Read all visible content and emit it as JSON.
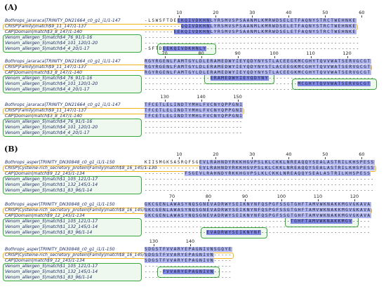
{
  "panels": [
    {
      "label": "(A)",
      "blocks": [
        {
          "ruler": [
            "10",
            "20",
            "30",
            "40",
            "50",
            "60"
          ],
          "rows": [
            {
              "name": "Bothrops_jararaca|TRINITY_DN21664_c0_g1_i1/1-147",
              "seq": "-LSWSFTDEEKQIVDKHNLYRSMVSPSAANMLKMRWDSELETFAQNYSTRCTWEHNKE"
            },
            {
              "name": "CRISP|Family|match$9_11_147/1-137",
              "seq": "----------QQIVDKHNLYRSMVSPSAANMLKMRWDSELETFAQNYSTRCTWEHNKE"
            },
            {
              "name": "CAP|Domain|match$3_8_147/1-140",
              "seq": "--------EEKQIVDKHNLYRSMVSPSAANMLKMRWDSELETFAQNYSTRCTWEHNKE"
            },
            {
              "name": "Venom_allergen_5|match$4_76_91/1-16",
              "seq": "-----------------------------------------------------------"
            },
            {
              "name": "Venom_allergen_5|match$4_101_120/1-20",
              "seq": "-----------------------------------------------------------"
            },
            {
              "name": "Venom_allergen_5|match$4_4_20/1-17",
              "seq": "-SFTDEEKQIVDKHNLY------------------------------------------"
            }
          ]
        },
        {
          "ruler": [
            "70",
            "80",
            "90",
            "100",
            "110",
            "120"
          ],
          "rows": [
            {
              "name": "Bothrops_jararaca|TRINITY_DN21664_c0_g1_i1/1-147",
              "seq": "RGYRGENLFAMTGYLDLERAMEDWYIEYQDYNYSTLACEEGKMCGHYTQVVWATSERVGCGT"
            },
            {
              "name": "CRISP|Family|match$9_11_147/1-137",
              "seq": "RGYRGENLFAMTGYLDLERAMEDWYIEYQDYNYSTLACEEGKMCGHYTQVVWATSERVGCGT"
            },
            {
              "name": "CAP|Domain|match$3_8_147/1-140",
              "seq": "RGYRGENLFAMTGYLDLERAMEDWYIEYQDYNYSTLACEEGKMCGHYTQVVWATSERVGCGT"
            },
            {
              "name": "Venom_allergen_5|match$4_76_91/1-16",
              "seq": "------------------ERAMEDWYIEYQDYNY-----------------------------"
            },
            {
              "name": "Venom_allergen_5|match$4_101_120/1-20",
              "seq": "------------------------------------------MCGHYTQVVWATSERVGCGT"
            },
            {
              "name": "Venom_allergen_5|match$4_4_20/1-17",
              "seq": "--------------------------------------------------------------"
            }
          ]
        },
        {
          "ruler": [
            "130",
            "140",
            "150"
          ],
          "rows": [
            {
              "name": "Bothrops_jararaca|TRINITY_DN21664_c0_g1_i1/1-147",
              "seq": "TFCETLELINDTYMHLFVCNYQPPGNI"
            },
            {
              "name": "CRISP|Family|match$9_11_147/1-137",
              "seq": "TFCETLELINDTYMHLFVCNYQPPGNI"
            },
            {
              "name": "CAP|Domain|match$3_8_147/1-140",
              "seq": "TFCETLELINDTYMHLFVCNYQPPGNI"
            },
            {
              "name": "Venom_allergen_5|match$4_76_91/1-16",
              "seq": "---------------------------"
            },
            {
              "name": "Venom_allergen_5|match$4_101_120/1-20",
              "seq": "---------------------------"
            },
            {
              "name": "Venom_allergen_5|match$4_4_20/1-17",
              "seq": "---------------------------"
            }
          ]
        }
      ]
    },
    {
      "label": "(B)",
      "blocks": [
        {
          "ruler": [
            "10",
            "20",
            "30",
            "40",
            "50",
            "60"
          ],
          "rows": [
            {
              "name": "Bothrops_asper|TRINITY_DN30848_c0_g1_i1/1-150",
              "seq": "KIISMGKSASRQFSGEVLRAHNDYRKKHGVPSLKLCKKLNREAQQYSEALASTRILKHSPESS"
            },
            {
              "name": "CRISP|Cysteine-rich_secretory_protein|Family|match$8_16_145/1-130",
              "seq": "---------------EVLRAHNDYRKKHGVPSLKLCKKLNREAQQYSEALASTRILKHSPESS"
            },
            {
              "name": "CAP|Domain|match$9_12_145/1-134",
              "seq": "-----------FSGEVLRAHNDYRKKHGVPSLKLCKKLNREAQQYSEALASTRILKHSPESS"
            },
            {
              "name": "Venom_allergen_5|match$1_105_121/1-17",
              "seq": "---------------------------------------------------------------"
            },
            {
              "name": "Venom_allergen_5|match$1_132_145/1-14",
              "seq": "---------------------------------------------------------------"
            },
            {
              "name": "Venom_allergen_5|match$1_83_96/1-14",
              "seq": "---------------------------------------------------------------"
            }
          ]
        },
        {
          "ruler": [
            "70",
            "80",
            "90",
            "100",
            "110",
            "120"
          ],
          "rows": [
            {
              "name": "Bothrops_asper|TRINITY_DN30848_c0_g1_i1/1-150",
              "seq": "GKCGENLAWASYNQSGNEVADRWYSEIKNYNFQSPGFSSGTGHFTAMVWKNAKKMGVGKAVA"
            },
            {
              "name": "CRISP|Cysteine-rich_secretory_protein|Family|match$8_16_145/1-130",
              "seq": "GKCGENLAWASYNQSGNEVADRWYSEIKNYNFQSPGFSSGTGHFTAMVWKNAKKMGVGKAVA"
            },
            {
              "name": "CAP|Domain|match$9_12_145/1-134",
              "seq": "GKCGENLAWASYNQSGNEVADRWYSEIKNYNFQSPGFSSGTGHFTAMVWKNAKKMGVGKAVA"
            },
            {
              "name": "Venom_allergen_5|match$1_105_121/1-17",
              "seq": "----------------------------------------TGHFTAMVWKNAKKMGV-----"
            },
            {
              "name": "Venom_allergen_5|match$1_132_145/1-14",
              "seq": "--------------------------------------------------------------"
            },
            {
              "name": "Venom_allergen_5|match$1_83_96/1-14",
              "seq": "-----------------EVADRWYSEIKNYNF------------------------------"
            }
          ]
        },
        {
          "ruler": [
            "130",
            "140"
          ],
          "rows": [
            {
              "name": "Bothrops_asper|TRINITY_DN30848_c0_g1_i1/1-150",
              "seq": "SDGSTFVVARYEPAGNIVNSGQYE"
            },
            {
              "name": "CRISP|Cysteine-rich_secretory_protein|Family|match$8_16_145/1-130",
              "seq": "SDGSTFVVARYEPAGNIVN-----"
            },
            {
              "name": "CAP|Domain|match$9_12_145/1-134",
              "seq": "SDGSTFVVARYEPAGNIVN-----"
            },
            {
              "name": "Venom_allergen_5|match$1_105_121/1-17",
              "seq": "------------------------"
            },
            {
              "name": "Venom_allergen_5|match$1_132_145/1-14",
              "seq": "-----FVVARYEPAGNIVN-----"
            },
            {
              "name": "Venom_allergen_5|match$1_83_96/1-14",
              "seq": "------------------------"
            }
          ]
        }
      ]
    }
  ]
}
